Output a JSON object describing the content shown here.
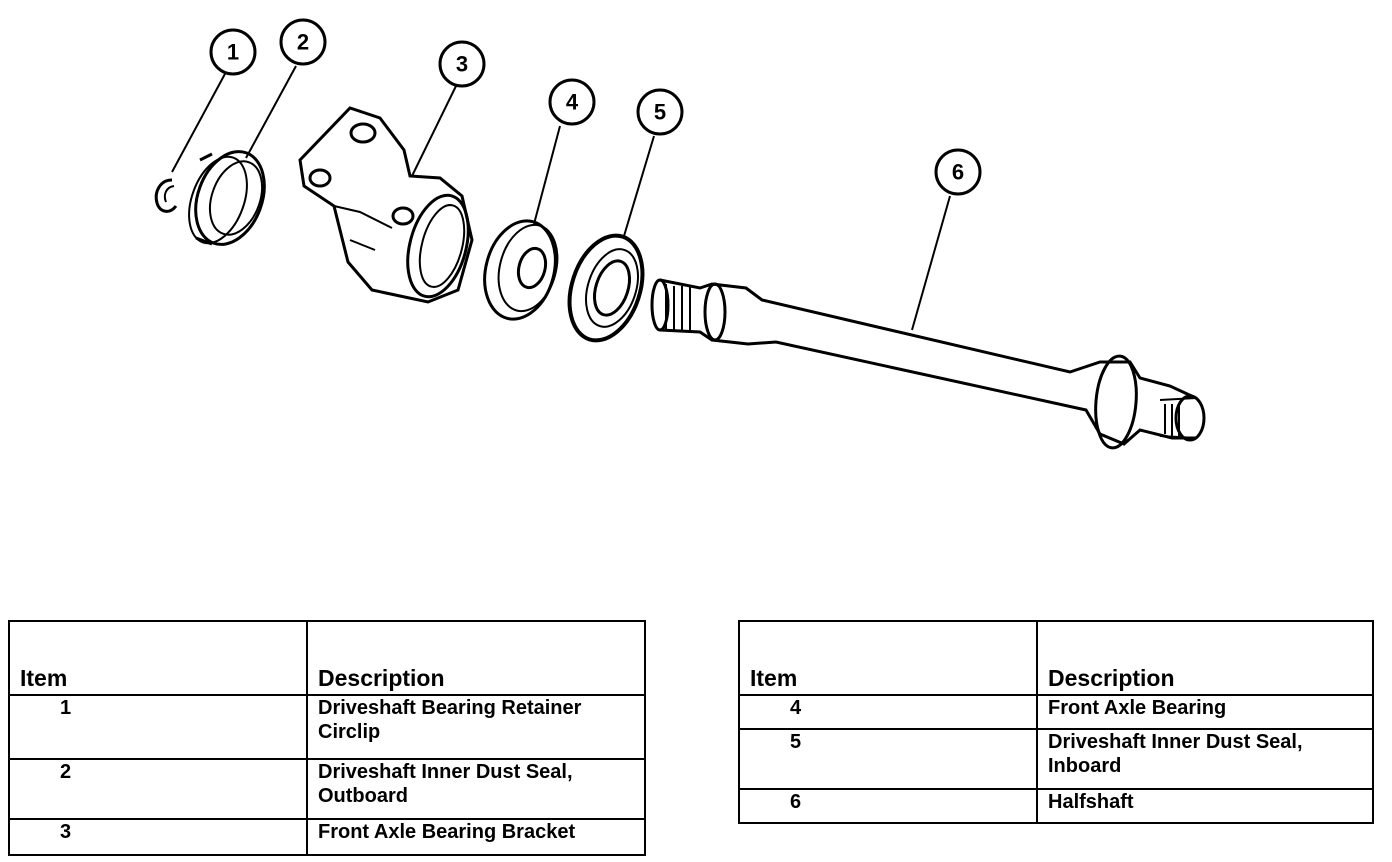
{
  "callouts": [
    "1",
    "2",
    "3",
    "4",
    "5",
    "6"
  ],
  "tables": {
    "header_item": "Item",
    "header_description": "Description",
    "left_rows": [
      {
        "item": "1",
        "description": "Driveshaft Bearing Retainer Circlip"
      },
      {
        "item": "2",
        "description": "Driveshaft Inner Dust Seal, Outboard"
      },
      {
        "item": "3",
        "description": "Front Axle Bearing Bracket"
      }
    ],
    "right_rows": [
      {
        "item": "4",
        "description": "Front Axle Bearing"
      },
      {
        "item": "5",
        "description": "Driveshaft Inner Dust Seal, Inboard"
      },
      {
        "item": "6",
        "description": "Halfshaft"
      }
    ]
  }
}
